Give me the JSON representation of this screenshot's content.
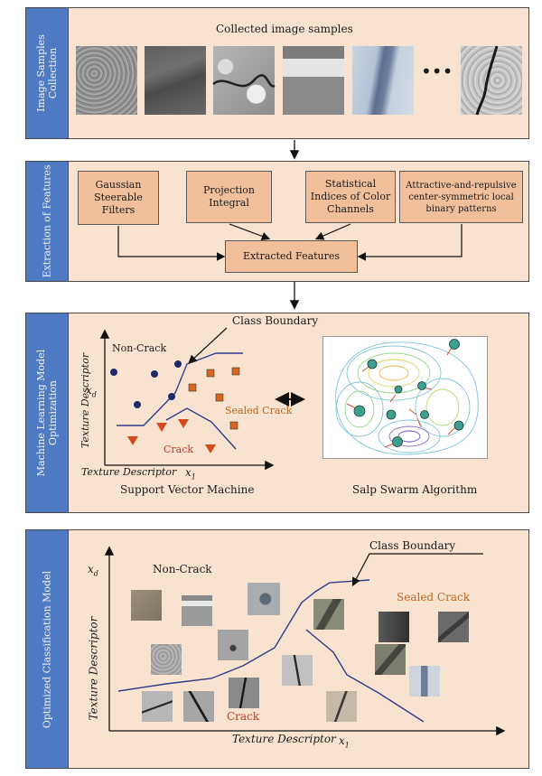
{
  "panel1": {
    "side_label": "Image Samples Collection",
    "title": "Collected image samples",
    "ellipsis": "•••"
  },
  "panel2": {
    "side_label": "Extraction of Features",
    "boxes": [
      "Gaussian Steerable Filters",
      "Projection Integral",
      "Statistical Indices of Color Channels",
      "Attractive-and-repulsive center-symmetric local binary patterns"
    ],
    "result": "Extracted Features"
  },
  "panel3": {
    "side_label": "Machine Learning Model Optimization",
    "class_boundary": "Class Boundary",
    "non_crack": "Non-Crack",
    "sealed_crack": "Sealed Crack",
    "crack": "Crack",
    "y_axis": "Texture Descriptor",
    "y_var": "x",
    "y_sub": "d",
    "x_axis": "Texture Descriptor",
    "x_var": "x",
    "x_sub": "1",
    "svm_caption": "Support Vector Machine",
    "ssa_caption": "Salp Swarm Algorithm"
  },
  "panel4": {
    "side_label": "Optimized Classification Model",
    "class_boundary": "Class Boundary",
    "non_crack": "Non-Crack",
    "sealed_crack": "Sealed Crack",
    "crack": "Crack",
    "y_axis": "Texture Descriptor",
    "y_var": "x",
    "y_sub": "d",
    "x_axis": "Texture Descriptor",
    "x_var": "x",
    "x_sub": "1"
  },
  "colors": {
    "panel_bg": "#f8e3d1",
    "side_bar": "#4e7bc4",
    "box_fill": "#f1c09b",
    "boundary": "#2d3d8a",
    "non_crack_marker": "#1f2a6b",
    "crack_marker": "#d44a1c",
    "sealed_label": "#c0651f",
    "crack_label": "#c0392b"
  }
}
